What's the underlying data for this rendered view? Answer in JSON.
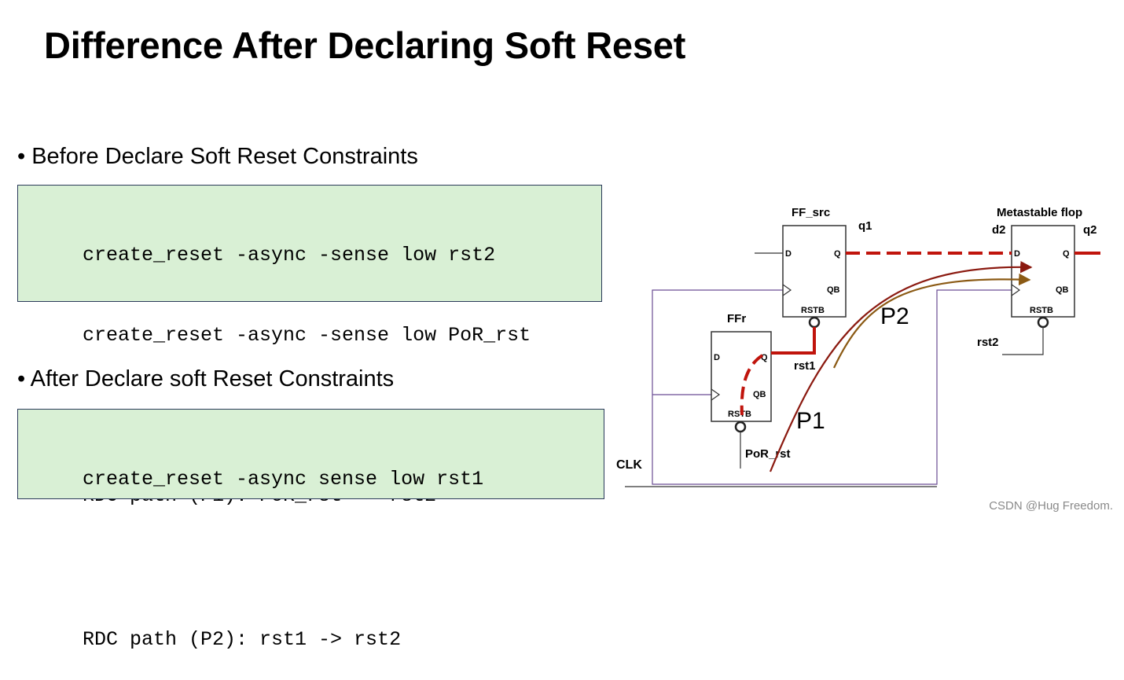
{
  "slide": {
    "title": "Difference After Declaring Soft Reset",
    "watermark": "CSDN @Hug Freedom."
  },
  "before": {
    "bullet": "• Before Declare Soft Reset Constraints",
    "lines": [
      "create_reset -async -sense low rst2",
      "create_reset -async -sense low PoR_rst",
      "",
      "RDC path (P1): PoR_rst -> rst2"
    ]
  },
  "after": {
    "bullet": "• After Declare soft Reset Constraints",
    "lines": [
      "create_reset -async sense low rst1",
      "",
      "RDC path (P2): rst1 -> rst2"
    ]
  },
  "diagram": {
    "ff_src": {
      "name": "FF_src",
      "d": "D",
      "q": "Q",
      "qb": "QB",
      "rstb": "RSTB",
      "out": "q1"
    },
    "ffr": {
      "name": "FFr",
      "d": "D",
      "q": "Q",
      "qb": "QB",
      "rstb": "RSTB",
      "out": "rst1",
      "reset": "PoR_rst"
    },
    "meta": {
      "name": "Metastable flop",
      "d": "D",
      "q": "Q",
      "qb": "QB",
      "rstb": "RSTB",
      "in": "d2",
      "out": "q2",
      "reset": "rst2"
    },
    "clk": "CLK",
    "p1": "P1",
    "p2": "P2",
    "colors": {
      "path_red": "#c0140c",
      "p1_curve": "#8b1a10",
      "p2_curve": "#8b5a14",
      "clk": "#6a4c93"
    }
  }
}
